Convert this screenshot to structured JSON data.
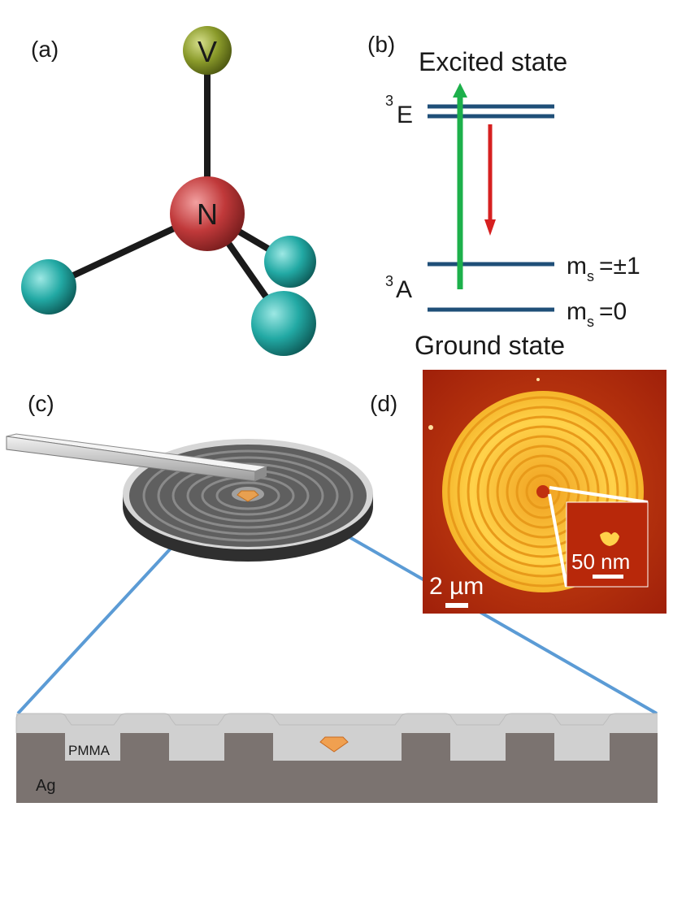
{
  "panels": {
    "a": {
      "label": "(a)",
      "atoms": {
        "vacancy": "V",
        "nitrogen": "N"
      },
      "colors": {
        "vacancy": "#8a9a2a",
        "nitrogen": "#c0393a",
        "carbon": "#22a9a4",
        "bond": "#1a1a1a"
      }
    },
    "b": {
      "label": "(b)",
      "excited_title": "Excited state",
      "ground_title": "Ground state",
      "excited_term_sup": "3",
      "excited_term": "E",
      "ground_term_sup": "3",
      "ground_term": "A",
      "level_upper_m": "m",
      "level_upper_sub": "s",
      "level_upper_val": "=±1",
      "level_lower_m": "m",
      "level_lower_sub": "s",
      "level_lower_val": "=0",
      "colors": {
        "level": "#1f4f78",
        "excitation": "#1db04b",
        "emission": "#d62020"
      }
    },
    "c": {
      "label": "(c)",
      "cross_section": {
        "top_layer": "PMMA",
        "bottom_layer": "Ag"
      },
      "colors": {
        "pmma": "#d0d0d0",
        "ag": "#7b7370",
        "zoom_line": "#5b9bd5",
        "bullseye": "#5f5f5f"
      }
    },
    "d": {
      "label": "(d)",
      "scale_main": "2 µm",
      "scale_inset": "50 nm",
      "colors": {
        "background": "#c02a0a",
        "rings": "#f6c230"
      }
    }
  }
}
